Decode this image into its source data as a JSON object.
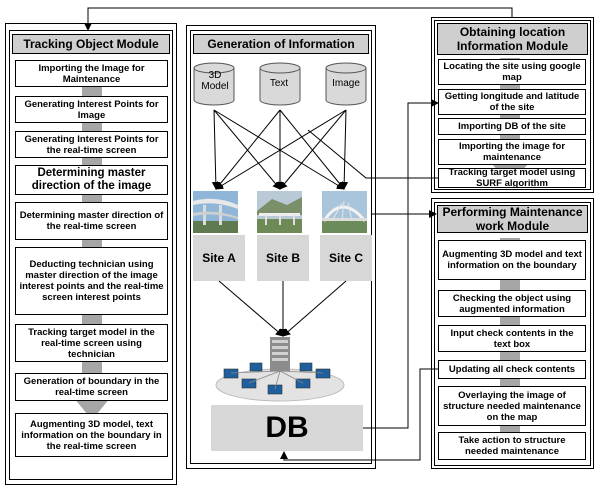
{
  "left_module": {
    "title": "Tracking Object Module",
    "steps": [
      "Importing the Image for Maintenance",
      "Generating Interest Points for Image",
      "Generating Interest Points for the real-time screen",
      "Determining master direction of the image",
      "Determining master direction of the real-time screen",
      "Deducting  technician using master direction of the image interest points and the real-time screen interest points",
      "Tracking target model in the real-time screen using technician",
      "Generation of boundary in the real-time screen",
      "Augmenting 3D model, text information on the boundary in the real-time screen"
    ]
  },
  "center_module": {
    "title": "Generation of Information",
    "sources": [
      "3D Model",
      "Text",
      "Image"
    ],
    "sites": [
      "Site A",
      "Site B",
      "Site C"
    ],
    "db_label": "DB"
  },
  "location_module": {
    "title": "Obtaining location Information Module",
    "steps": [
      "Locating the site using google map",
      "Getting longitude and latitude of the site",
      "Importing DB of the site",
      "Importing the image for maintenance",
      "Tracking target model using SURF algorithm"
    ]
  },
  "maintenance_module": {
    "title": "Performing Maintenance work Module",
    "steps": [
      "Augmenting 3D model and text information on the boundary",
      "Checking the object using augmented information",
      "Input check contents in the text box",
      "Updating all check contents",
      "Overlaying the image of structure needed maintenance on the map",
      "Take action to structure needed maintenance"
    ]
  }
}
